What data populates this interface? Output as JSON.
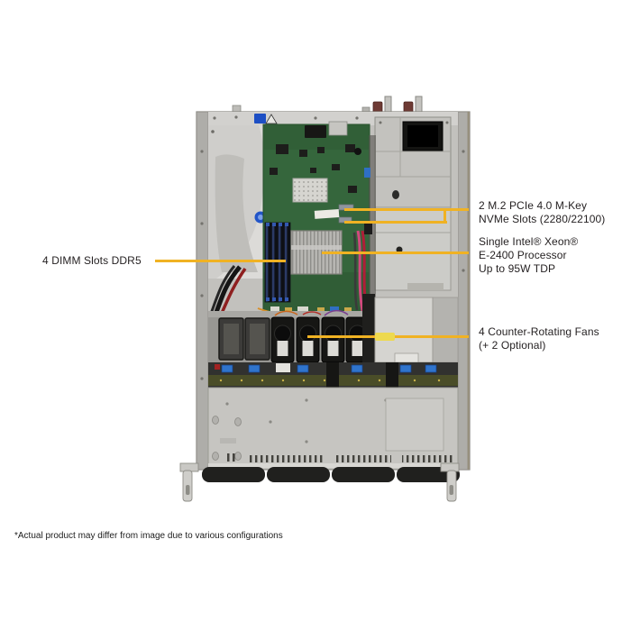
{
  "colors": {
    "background": "#ffffff",
    "accent_line": "#f0b223",
    "label_text": "#231f20"
  },
  "callouts": {
    "m2": {
      "label": "2 M.2 PCIe 4.0 M-Key\nNVMe Slots (2280/22100)"
    },
    "cpu": {
      "label": "Single Intel® Xeon®\nE-2400 Processor\nUp to 95W TDP"
    },
    "fans": {
      "label": "4 Counter-Rotating Fans\n(+ 2 Optional)"
    },
    "dimm": {
      "label": "4 DIMM Slots DDR5"
    }
  },
  "footnote": "*Actual product may differ from image due to various configurations",
  "illustration": {
    "subject": "1U rackmount server chassis, top view with cover removed",
    "parts": [
      "chassis-frame",
      "air-shroud",
      "motherboard",
      "cpu-heatsink",
      "chipset-heatsink",
      "dimm-slots",
      "m2-slots",
      "power-supply",
      "optional-psu-bay",
      "fan-row",
      "empty-fan-holders",
      "drive-backplane",
      "front-panel",
      "front-bezel-handles"
    ]
  }
}
